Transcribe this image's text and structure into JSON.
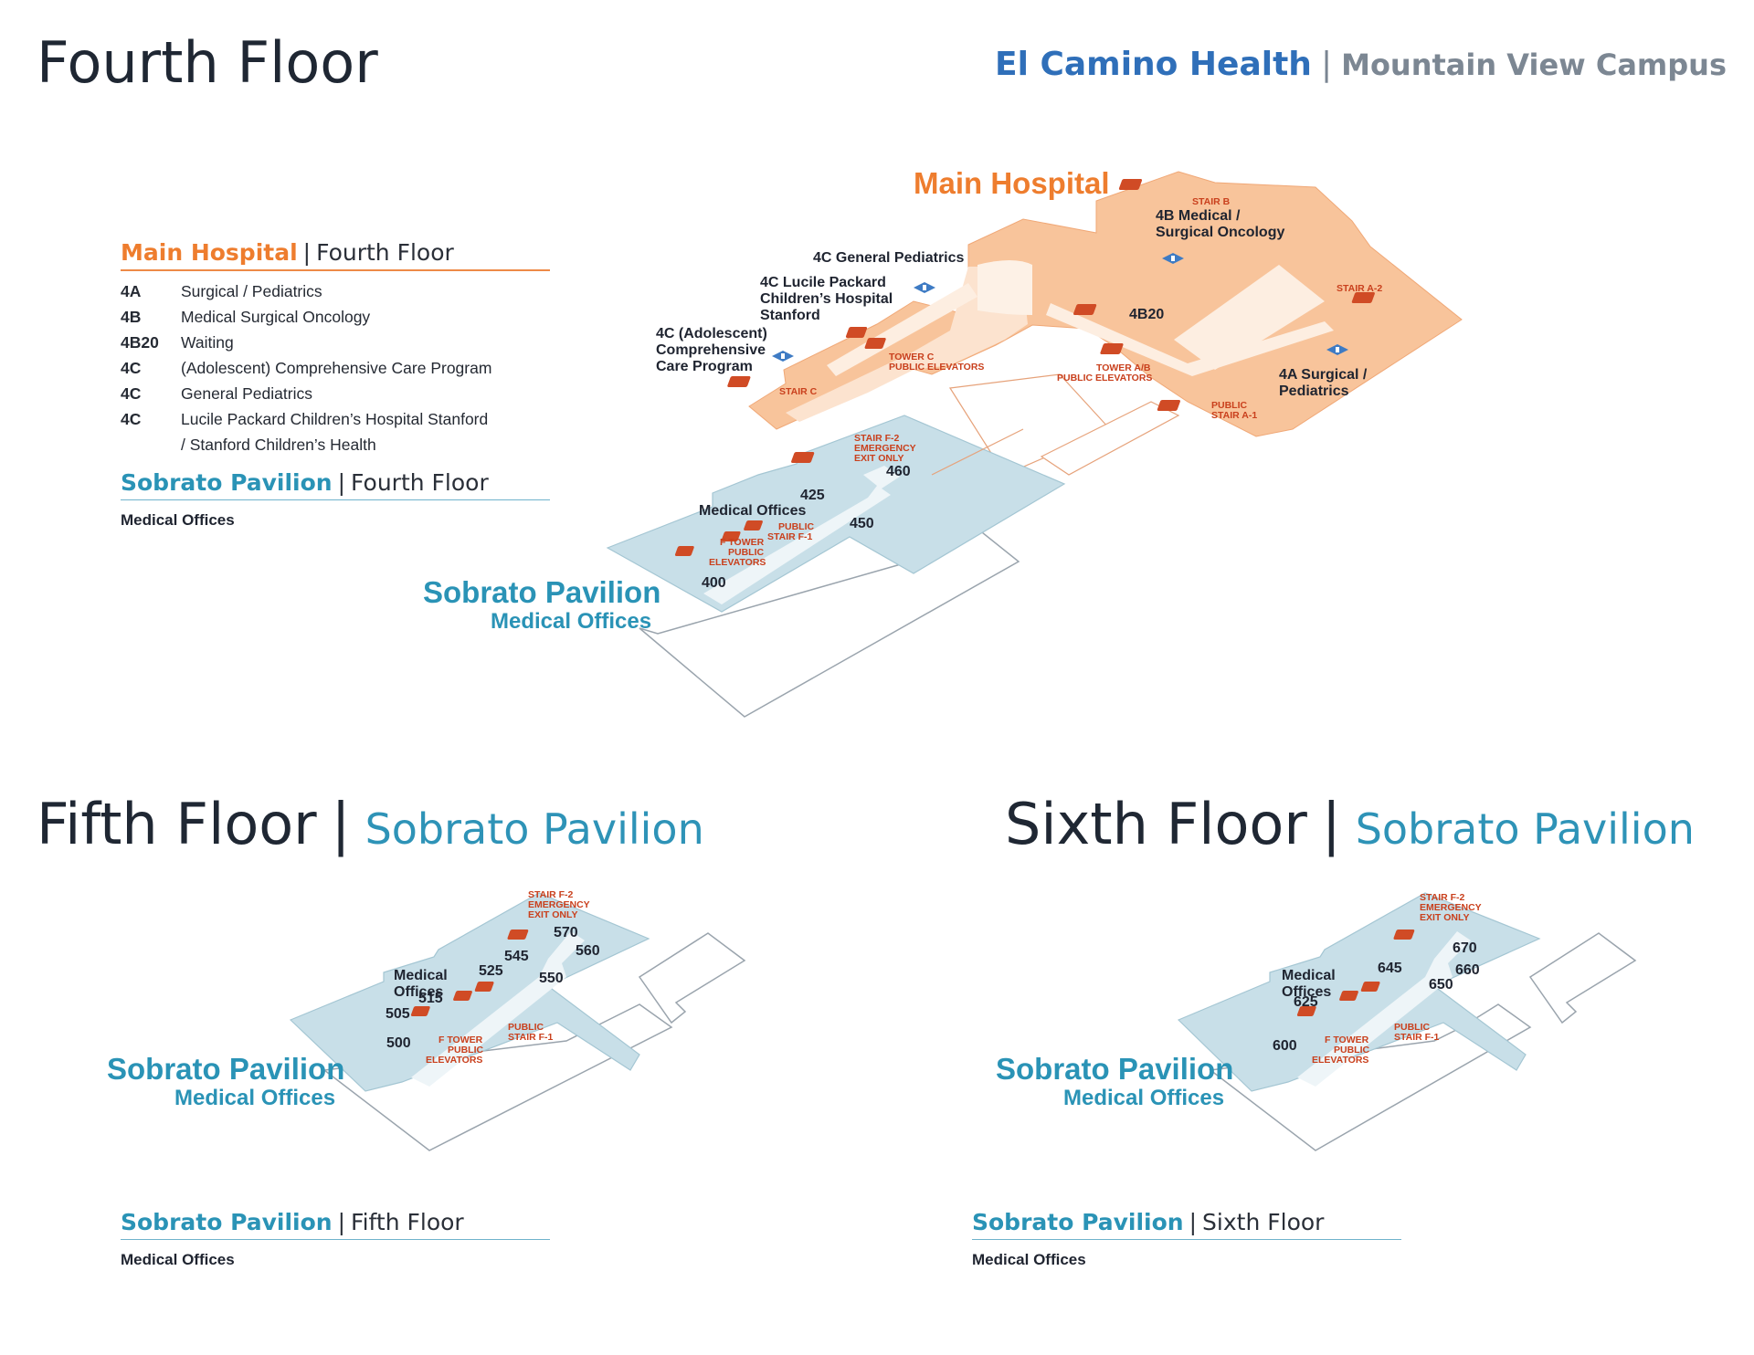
{
  "header": {
    "fourth_title": "Fourth Floor",
    "brand": "El Camino Health",
    "separator": "|",
    "campus": "Mountain View Campus"
  },
  "fourth": {
    "map": {
      "main_hospital_label": "Main Hospital",
      "sobrato_label": "Sobrato Pavilion",
      "sobrato_sub": "Medical Offices",
      "depts": {
        "gen_peds": "4C General Pediatrics",
        "lucile_1": "4C Lucile Packard",
        "lucile_2": "Children’s Hospital",
        "lucile_3": "Stanford",
        "adol_1": "4C (Adolescent)",
        "adol_2": "Comprehensive",
        "adol_3": "Care Program",
        "b_med_1": "4B Medical /",
        "b_med_2": "Surgical Oncology",
        "b20": "4B20",
        "a_surg_1": "4A Surgical /",
        "a_surg_2": "Pediatrics",
        "med_offices": "Medical Offices"
      },
      "rooms": {
        "r460": "460",
        "r425": "425",
        "r450": "450",
        "r400": "400"
      },
      "stairs": {
        "stair_b": "STAIR B",
        "stair_a2": "STAIR A-2",
        "stair_c": "STAIR C",
        "tower_c_1": "TOWER C",
        "tower_c_2": "PUBLIC ELEVATORS",
        "tower_ab_1": "TOWER A/B",
        "tower_ab_2": "PUBLIC ELEVATORS",
        "public_a1_1": "PUBLIC",
        "public_a1_2": "STAIR A-1",
        "f2_1": "STAIR F-2",
        "f2_2": "EMERGENCY",
        "f2_3": "EXIT ONLY",
        "pub_f1_1": "PUBLIC",
        "pub_f1_2": "STAIR F-1",
        "ftower_1": "F TOWER",
        "ftower_2": "PUBLIC",
        "ftower_3": "ELEVATORS"
      }
    },
    "legend_main": {
      "name": "Main Hospital",
      "separator": "|",
      "floor": "Fourth Floor",
      "rows": [
        {
          "code": "4A",
          "desc": "Surgical / Pediatrics"
        },
        {
          "code": "4B",
          "desc": "Medical Surgical Oncology"
        },
        {
          "code": "4B20",
          "desc": "Waiting"
        },
        {
          "code": "4C",
          "desc": "(Adolescent) Comprehensive Care Program"
        },
        {
          "code": "4C",
          "desc": "General Pediatrics"
        },
        {
          "code": "4C",
          "desc": "Lucile Packard Children’s Hospital Stanford"
        },
        {
          "code": "",
          "desc": "/ Stanford Children’s Health"
        }
      ]
    },
    "legend_sobrato": {
      "name": "Sobrato Pavilion",
      "separator": "|",
      "floor": "Fourth Floor",
      "note": "Medical Offices"
    }
  },
  "fifth": {
    "title": "Fifth Floor",
    "separator": "|",
    "building": "Sobrato Pavilion",
    "map": {
      "bld": "Sobrato Pavilion",
      "bld_sub": "Medical Offices",
      "offices_1": "Medical",
      "offices_2": "Offices",
      "rooms": {
        "r570": "570",
        "r560": "560",
        "r545": "545",
        "r525": "525",
        "r550": "550",
        "r515": "515",
        "r505": "505",
        "r500": "500"
      },
      "stairs": {
        "f2_1": "STAIR F-2",
        "f2_2": "EMERGENCY",
        "f2_3": "EXIT ONLY",
        "pub_f1_1": "PUBLIC",
        "pub_f1_2": "STAIR F-1",
        "ftower_1": "F TOWER",
        "ftower_2": "PUBLIC",
        "ftower_3": "ELEVATORS"
      }
    },
    "legend": {
      "name": "Sobrato Pavilion",
      "separator": "|",
      "floor": "Fifth Floor",
      "note": "Medical Offices"
    }
  },
  "sixth": {
    "title": "Sixth Floor",
    "separator": "|",
    "building": "Sobrato Pavilion",
    "map": {
      "bld": "Sobrato Pavilion",
      "bld_sub": "Medical Offices",
      "offices_1": "Medical",
      "offices_2": "Offices",
      "rooms": {
        "r670": "670",
        "r645": "645",
        "r660": "660",
        "r650": "650",
        "r625": "625",
        "r600": "600"
      },
      "stairs": {
        "f2_1": "STAIR F-2",
        "f2_2": "EMERGENCY",
        "f2_3": "EXIT ONLY",
        "pub_f1_1": "PUBLIC",
        "pub_f1_2": "STAIR F-1",
        "ftower_1": "F TOWER",
        "ftower_2": "PUBLIC",
        "ftower_3": "ELEVATORS"
      }
    },
    "legend": {
      "name": "Sobrato Pavilion",
      "separator": "|",
      "floor": "Sixth Floor",
      "note": "Medical Offices"
    }
  },
  "colors": {
    "main_hospital": "#f8c49b",
    "main_hospital_light": "#fce3cf",
    "sobrato": "#c8dfe8",
    "stair_icon": "#d04b25",
    "elevator_icon": "#3e7bc4",
    "brand_blue": "#2f6fb9",
    "accent_orange": "#ee7d2e",
    "accent_teal": "#2a93b6"
  }
}
